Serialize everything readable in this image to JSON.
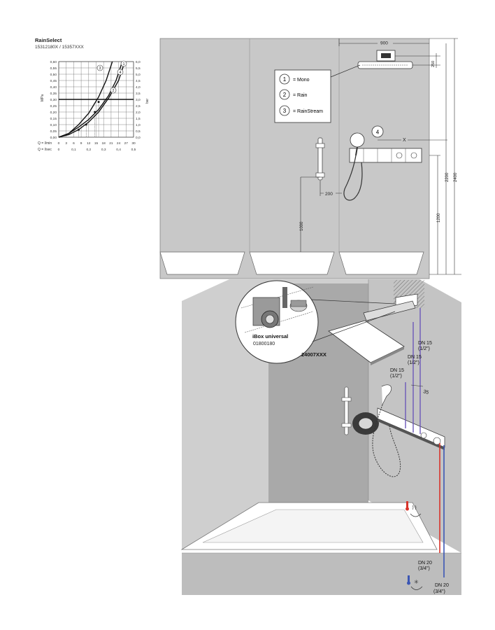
{
  "header": {
    "title": "RainSelect",
    "subtitle": "15312180X / 15357XXX"
  },
  "chart_data": {
    "type": "line",
    "ylabel_left": "MPa",
    "ylabel_right": "bar",
    "x_label_lmin": "Q = l/min",
    "x_label_lsec": "Q = l/sec",
    "x_ticks_lmin": [
      "0",
      "3",
      "6",
      "9",
      "12",
      "15",
      "18",
      "21",
      "24",
      "27",
      "30"
    ],
    "x_ticks_lsec": [
      "0",
      "0,1",
      "0,2",
      "0,3",
      "0,4",
      "0,5"
    ],
    "y_ticks_mpa": [
      "0,00",
      "0,05",
      "0,10",
      "0,15",
      "0,20",
      "0,25",
      "0,30",
      "0,35",
      "0,40",
      "0,45",
      "0,50",
      "0,55",
      "0,60"
    ],
    "y_ticks_bar": [
      "0,0",
      "0,5",
      "1,0",
      "1,5",
      "2,0",
      "2,5",
      "3,0",
      "3,5",
      "4,0",
      "4,5",
      "5,0",
      "5,5",
      "6,0"
    ],
    "xlim": [
      0,
      30
    ],
    "ylim": [
      0,
      0.6
    ],
    "reference_line_mpa": 0.3,
    "series": [
      {
        "name": "1",
        "x": [
          0,
          4,
          8,
          12,
          16,
          20,
          24,
          26.5
        ],
        "y": [
          0.0,
          0.02,
          0.06,
          0.12,
          0.2,
          0.31,
          0.45,
          0.6
        ]
      },
      {
        "name": "2",
        "x": [
          0,
          4,
          8,
          12,
          16,
          20,
          23,
          25.5
        ],
        "y": [
          0.0,
          0.03,
          0.08,
          0.14,
          0.22,
          0.33,
          0.45,
          0.6
        ]
      },
      {
        "name": "3",
        "x": [
          0,
          4,
          8,
          12,
          16,
          19,
          21.5
        ],
        "y": [
          0.0,
          0.03,
          0.1,
          0.19,
          0.32,
          0.45,
          0.6
        ]
      }
    ],
    "markers": [
      {
        "x": 11,
        "y": 0.1
      },
      {
        "x": 14.5,
        "y": 0.2
      },
      {
        "x": 16,
        "y": 0.28
      },
      {
        "x": 8,
        "y": 0.06
      }
    ]
  },
  "elevation": {
    "legend": [
      {
        "num": "1",
        "label": "= Mono"
      },
      {
        "num": "2",
        "label": "= Rain"
      },
      {
        "num": "3",
        "label": "= RainStream"
      }
    ],
    "callout_4": "4",
    "dims": {
      "width_top": "900",
      "shower_drop": "250",
      "height_2200": "2200",
      "height_2400": "2400",
      "height_1200": "1200",
      "height_1000": "1000",
      "offset_200": "200",
      "x_mark": "X"
    }
  },
  "isometric": {
    "ibox_label": "iBox universal",
    "ibox_code": "01800180",
    "shower_code": "24007XXX",
    "dn15_a": "DN 15",
    "dn15_a_sub": "(1/2\")",
    "dn15_b": "DN 15",
    "dn15_b_sub": "(1/2\")",
    "dn15_c": "DN 15",
    "dn15_c_sub": "(1/2\")",
    "dim_35": "35",
    "dn20_a": "DN 20",
    "dn20_a_sub": "(3/4\")",
    "dn20_b": "DN 20",
    "dn20_b_sub": "(3/4\")",
    "colors": {
      "hot": "#d8342b",
      "cold": "#3b56b4",
      "wall": "#c9c9c9",
      "panel": "#b4b4b4"
    }
  }
}
